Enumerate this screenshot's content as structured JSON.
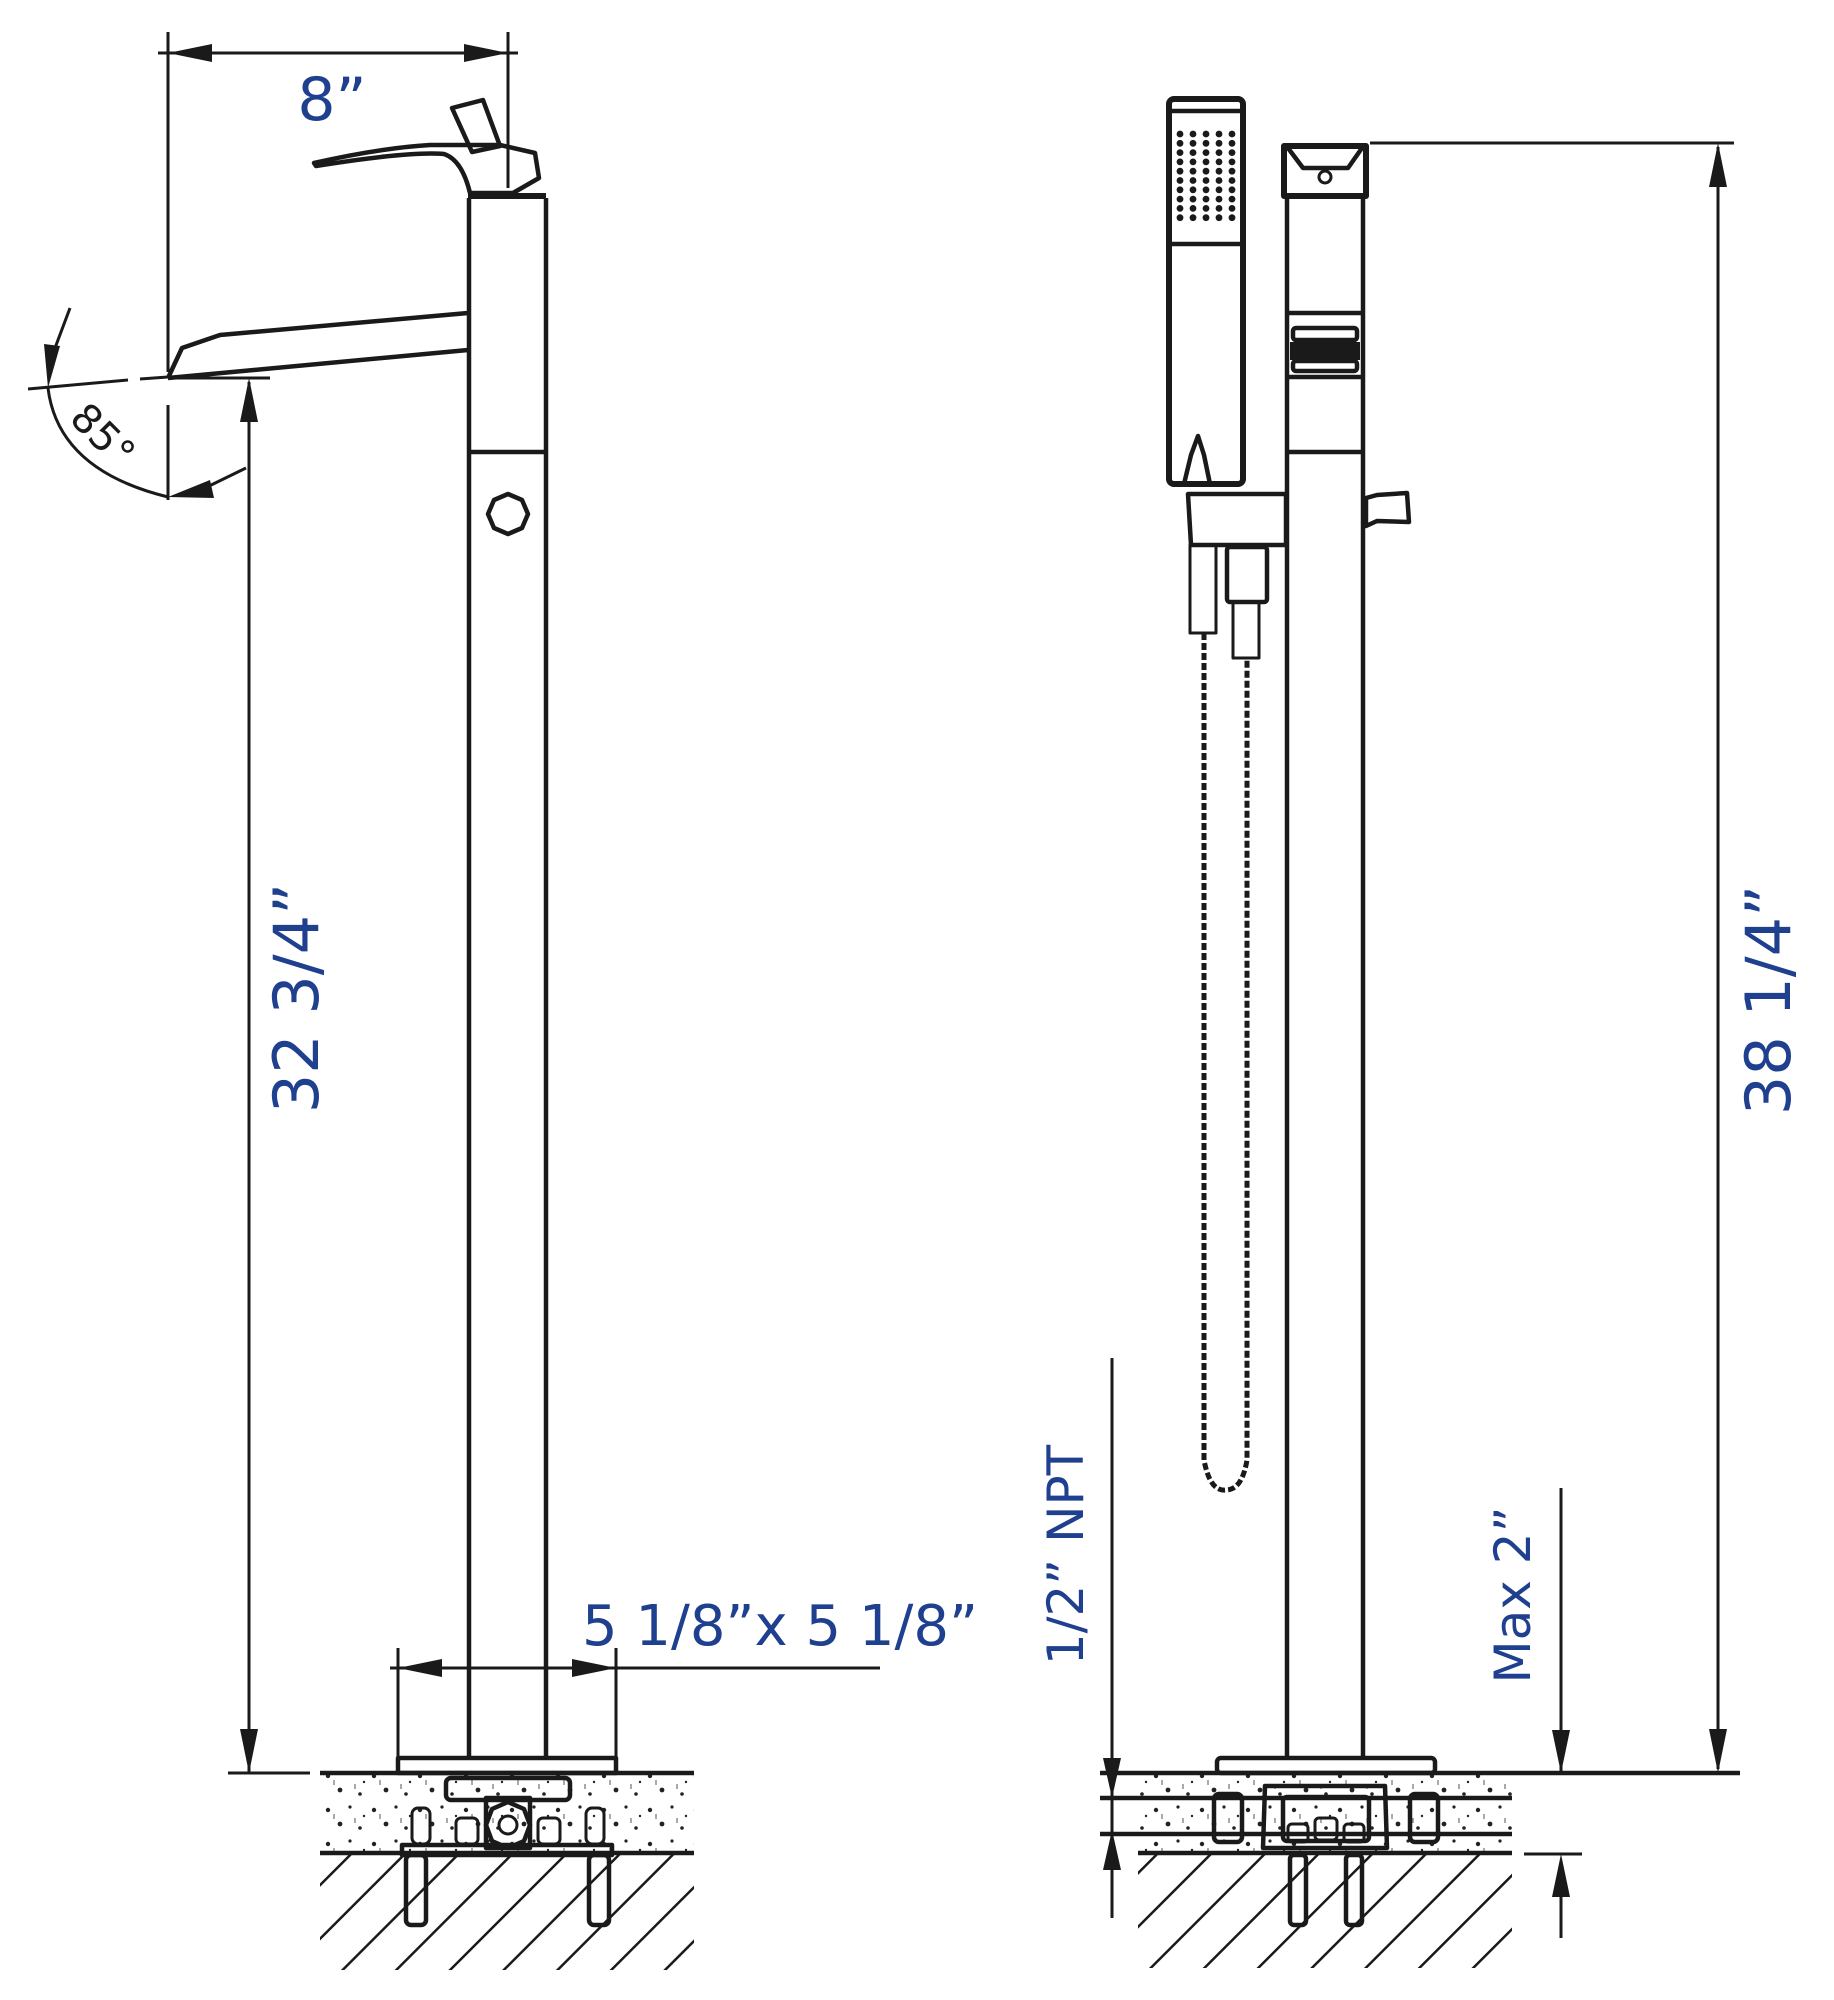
{
  "drawing": {
    "type": "technical-dimension-drawing",
    "subject": "Freestanding tub filler faucet with hand shower",
    "colors": {
      "line": "#1a1a1a",
      "dimension_text": "#1f3f8f",
      "background": "#ffffff"
    }
  },
  "left_view": {
    "dimensions": {
      "spout_reach": "8”",
      "spout_angle": "85°",
      "spout_height": "32 3/4”",
      "base_plate": "5 1/8”x 5 1/8”"
    }
  },
  "right_view": {
    "dimensions": {
      "overall_height": "38 1/4”",
      "supply_connection": "1/2” NPT",
      "max_floor_thickness": "Max 2”"
    }
  }
}
